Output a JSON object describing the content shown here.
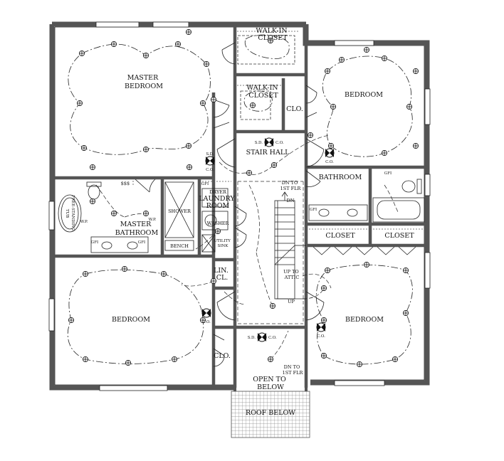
{
  "rooms": {
    "master_bedroom": [
      "MASTER",
      "BEDROOM"
    ],
    "walkin_closet_1": [
      "WALK-IN",
      "CLOSET"
    ],
    "walkin_closet_2": [
      "WALK-IN",
      "CLOSET"
    ],
    "clo_upper": "CLO.",
    "bedroom_ne": "BEDROOM",
    "stair_hall": "STAIR HALL",
    "bathroom": "BATHROOM",
    "laundry": [
      "LAUNDRY",
      "ROOM"
    ],
    "master_bathroom": [
      "MASTER",
      "BATHROOM"
    ],
    "closet_1": "CLOSET",
    "closet_2": "CLOSET",
    "lin_cl": [
      "LIN.",
      "CL."
    ],
    "bedroom_sw": "BEDROOM",
    "bedroom_se": "BEDROOM",
    "clo_lower": "CLO.",
    "open_to_below": [
      "OPEN TO",
      "BELOW"
    ],
    "roof_below": "ROOF BELOW"
  },
  "fixtures": {
    "shower": "SHOWER",
    "bench": "BENCH",
    "dryer": "DRYER",
    "washer": "WASHER",
    "utility_sink": [
      "UTILITY",
      "SINK"
    ],
    "tub": [
      "FREE-STANDING",
      "TUB"
    ],
    "wp1": "W.P.",
    "wp2": "W.P.",
    "gfi_a": "GFI",
    "gfi_b": "GFI",
    "gfi_c": "GFI",
    "gfi_d": "GFI",
    "gfi_e": "GFI"
  },
  "annotations": {
    "sd": "S.D.",
    "co": "C.O.",
    "dn_to_1st_1": [
      "DN TO",
      "1ST FLR"
    ],
    "dn": "DN",
    "up_to_attic": [
      "UP TO",
      "ATTIC"
    ],
    "up": "UP",
    "dn_to_1st_2": [
      "DN TO",
      "1ST FLR"
    ],
    "sss": "$$$"
  },
  "colors": {
    "wall": "#555555",
    "line": "#111111",
    "hatch": "#777777"
  }
}
